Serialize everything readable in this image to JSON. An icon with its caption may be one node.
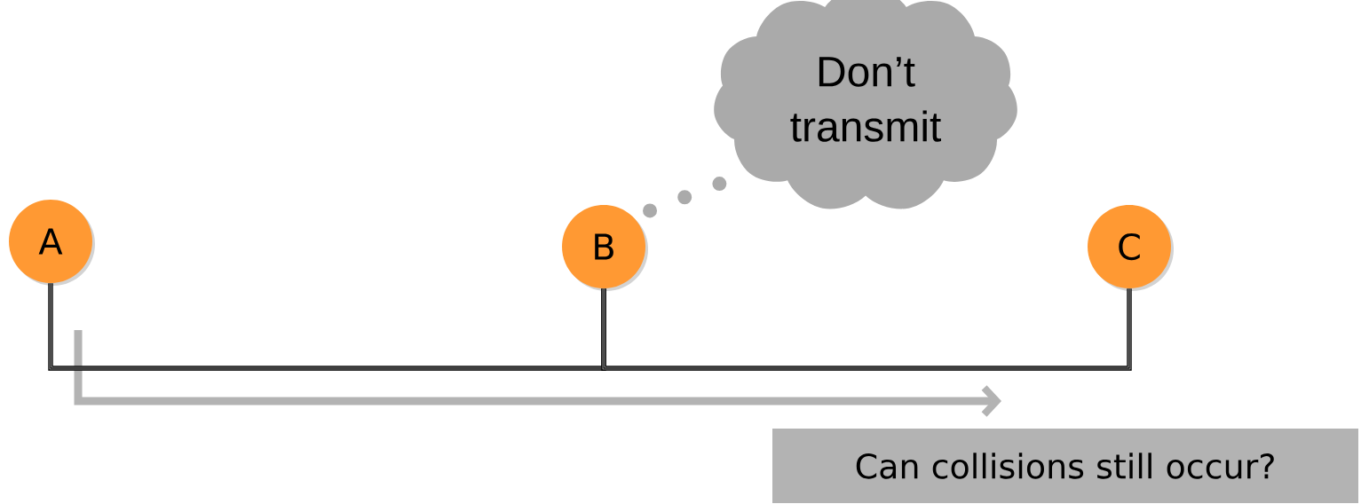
{
  "diagram": {
    "nodes": [
      {
        "text": [
          "A"
        ]
      },
      {
        "text": [
          "B"
        ]
      },
      {
        "text": [
          "C"
        ]
      },
      {
        "text": [
          "Don’t transmit"
        ]
      },
      {
        "text": [
          "Can collisions still occur?"
        ]
      }
    ],
    "edges": [
      {
        "from": 0,
        "to": 1,
        "arrow": "none"
      },
      {
        "from": 1,
        "to": 2,
        "arrow": "none"
      },
      {
        "from": 1,
        "to": 3,
        "arrow": "none",
        "style": "dashed",
        "color": "#aaaaaa"
      }
    ]
  }
}
